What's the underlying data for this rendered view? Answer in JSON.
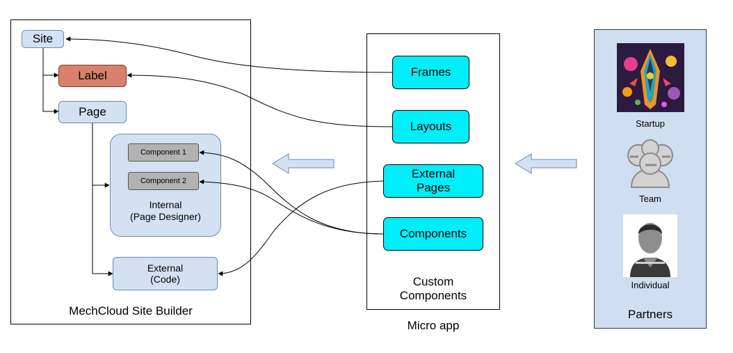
{
  "site_builder": {
    "title": "MechCloud Site Builder",
    "site": "Site",
    "label": "Label",
    "page": "Page",
    "component_1": "Component 1",
    "component_2": "Component 2",
    "internal_line1": "Internal",
    "internal_line2": "(Page Designer)",
    "external_line1": "External",
    "external_line2": "(Code)"
  },
  "micro_app": {
    "caption": "Micro app",
    "frames": "Frames",
    "layouts": "Layouts",
    "external_pages_line1": "External",
    "external_pages_line2": "Pages",
    "components": "Components",
    "custom_line1": "Custom",
    "custom_line2": "Components"
  },
  "partners": {
    "title": "Partners",
    "startup": "Startup",
    "team": "Team",
    "individual": "Individual"
  },
  "colors": {
    "node_fill": "#d3e1f3",
    "label_fill": "#d8806a",
    "micro_node_fill": "#00eefa",
    "component_fill": "#b2b2b2",
    "partners_fill": "#cfdff1"
  },
  "icons": [
    "startup-art-icon",
    "team-icon",
    "individual-avatar-icon",
    "left-arrow-icon"
  ]
}
